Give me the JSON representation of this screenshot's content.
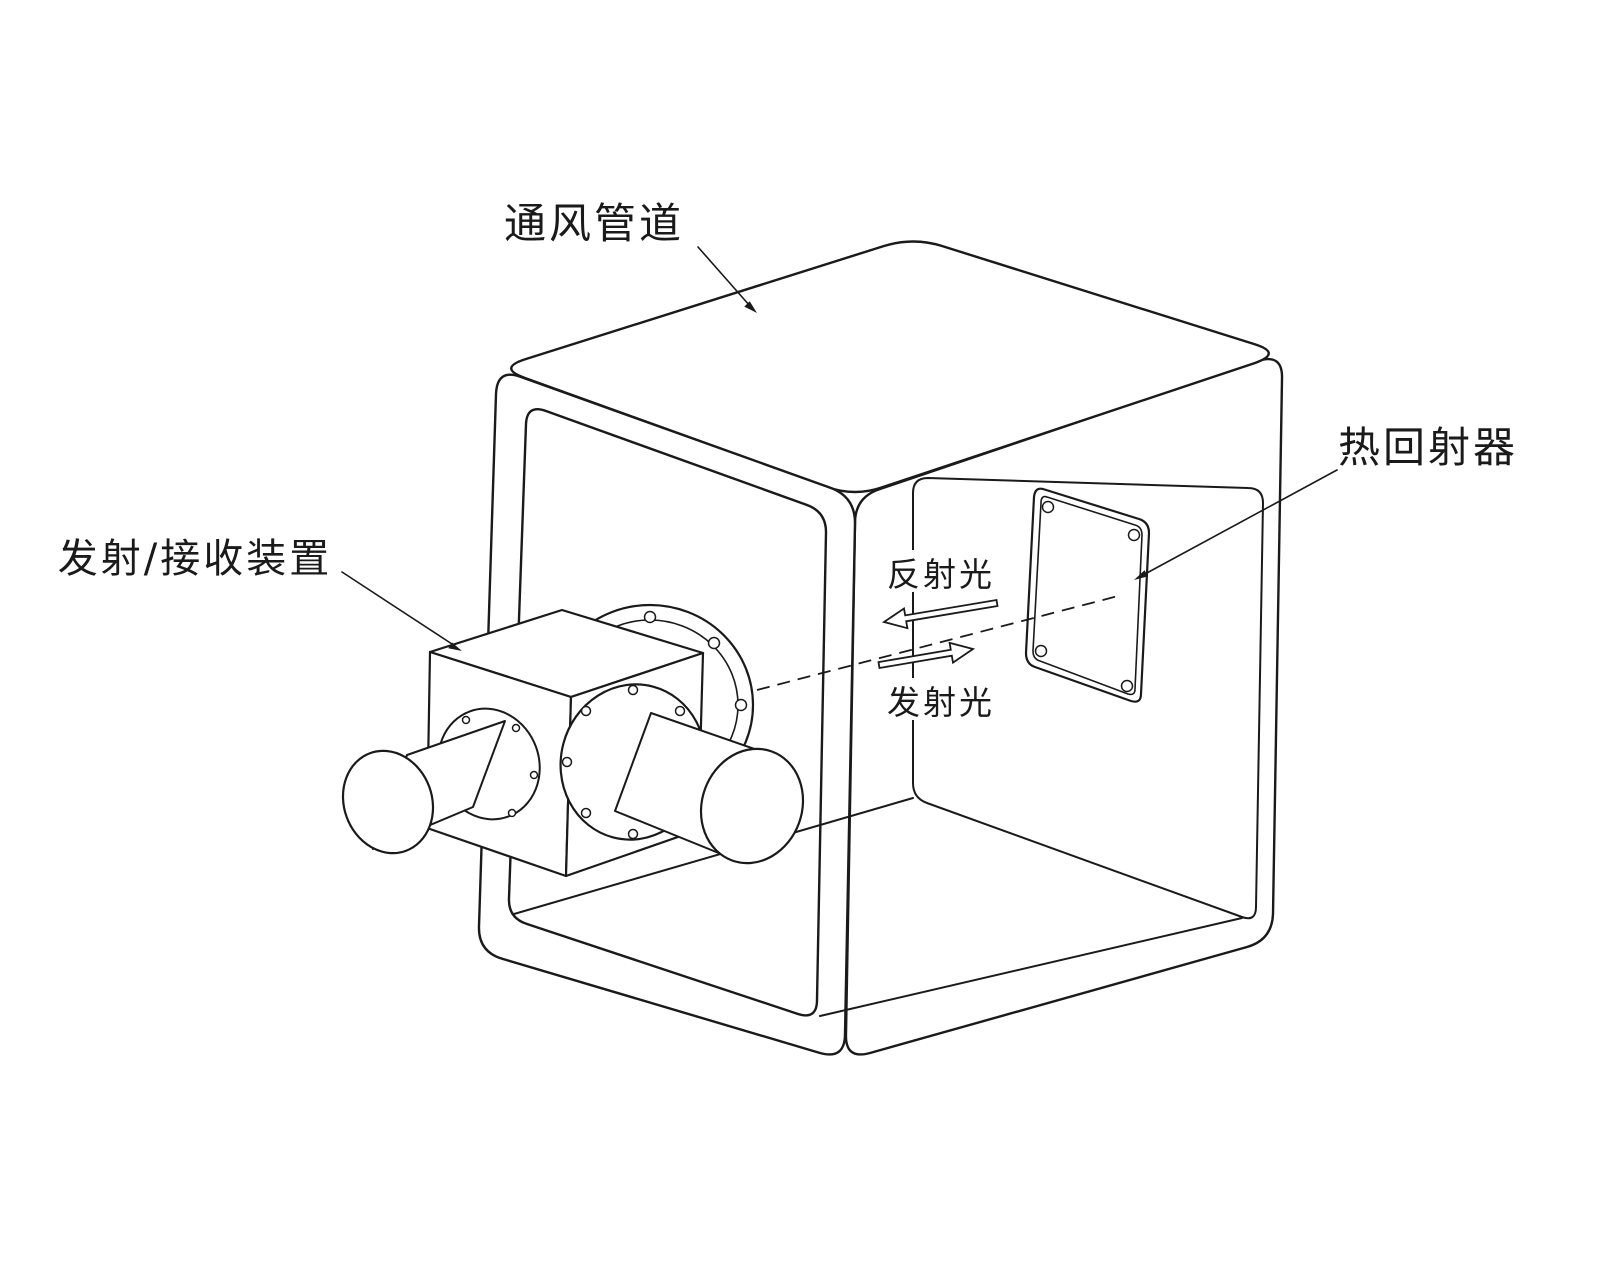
{
  "figure": {
    "background_color": "#ffffff",
    "line_color": "#1a1a1a",
    "labels": {
      "duct": "通风管道",
      "device": "发射/接收装置",
      "reflector": "热回射器",
      "reflected_light": "反射光",
      "emitted_light": "发射光"
    }
  }
}
